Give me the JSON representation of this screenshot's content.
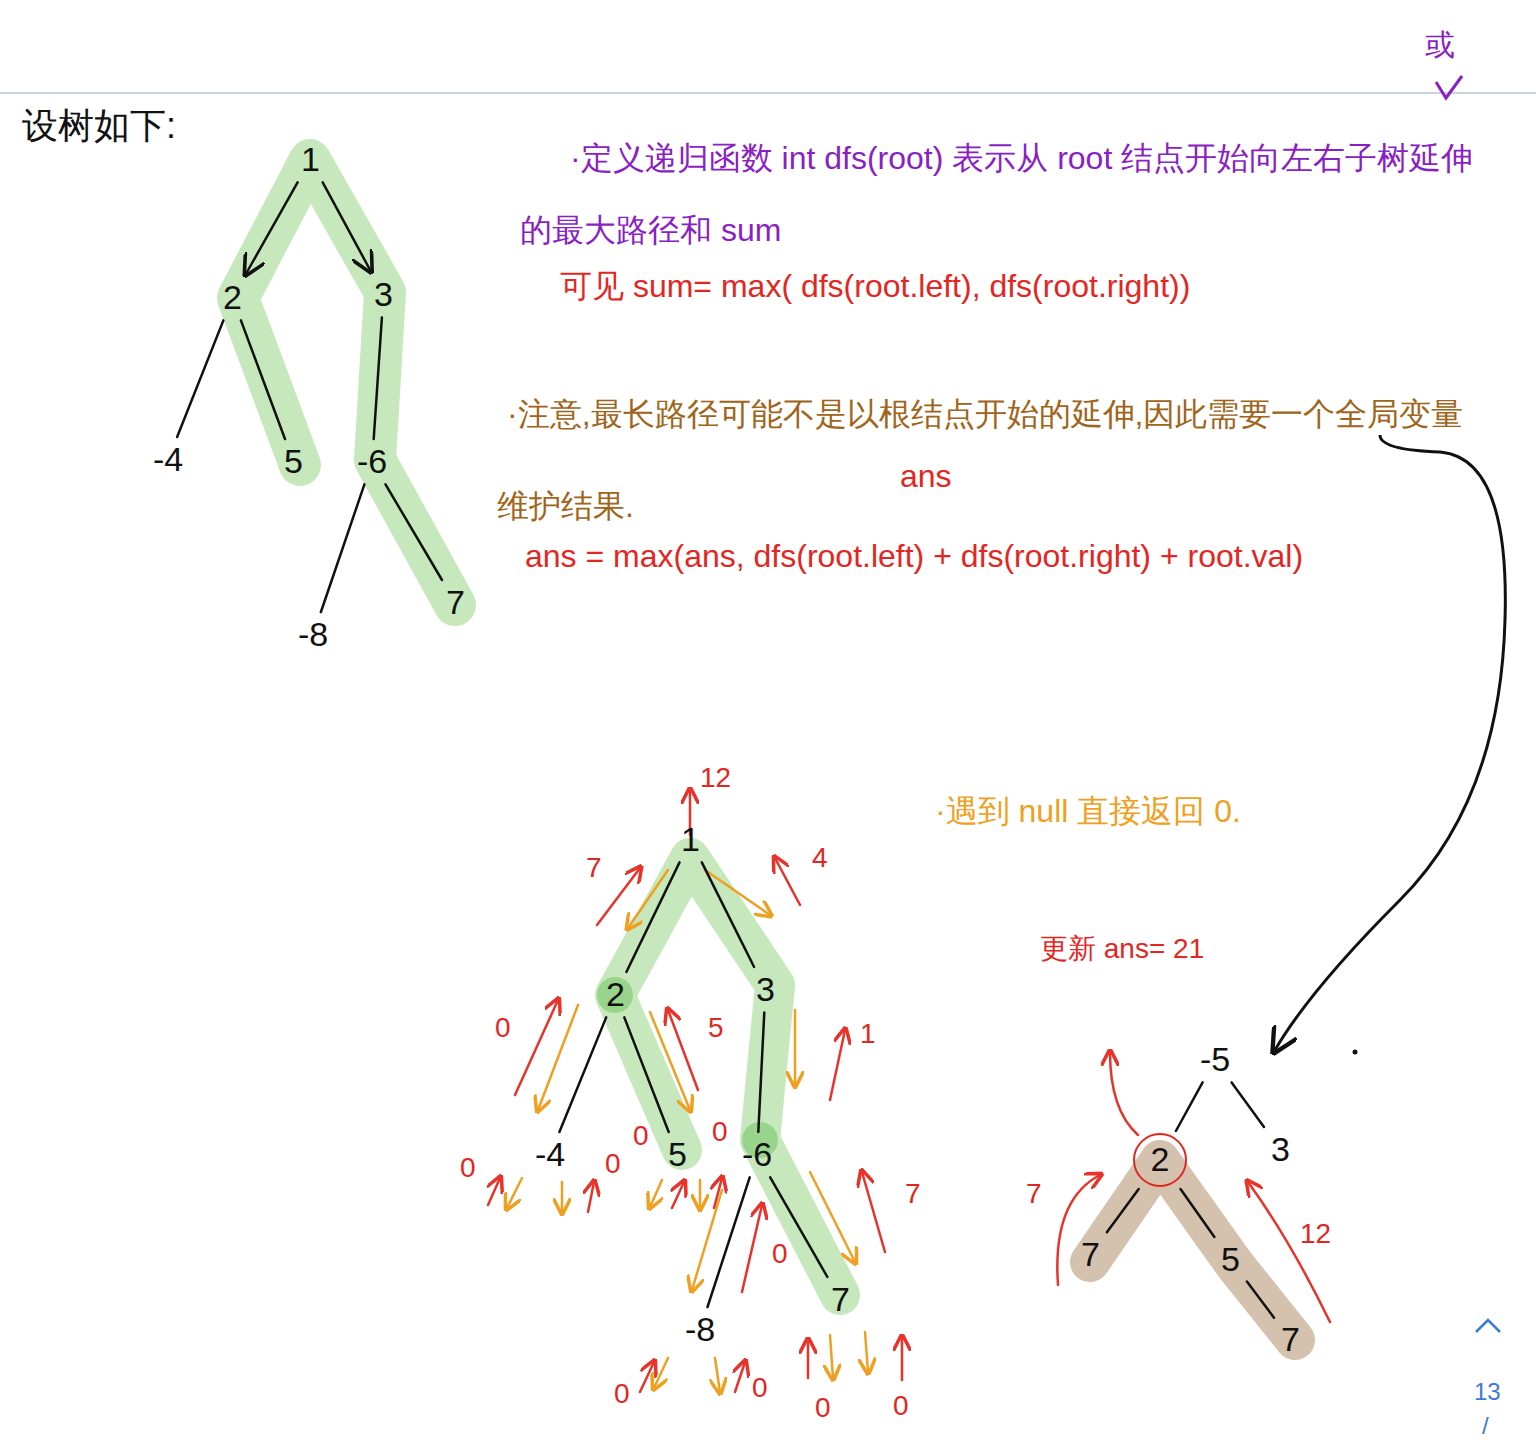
{
  "diagram": {
    "nodes": [
      {
        "text": [
          "1"
        ]
      },
      {
        "text": [
          "2"
        ]
      },
      {
        "text": [
          "3"
        ]
      },
      {
        "text": [
          "-4"
        ]
      },
      {
        "text": [
          "5"
        ]
      },
      {
        "text": [
          "-6"
        ]
      },
      {
        "text": [
          "-8"
        ]
      },
      {
        "text": [
          "7"
        ]
      },
      {
        "text": [
          "1"
        ]
      },
      {
        "text": [
          "2"
        ]
      },
      {
        "text": [
          "3"
        ]
      },
      {
        "text": [
          "-4"
        ]
      },
      {
        "text": [
          "5"
        ]
      },
      {
        "text": [
          "-6"
        ]
      },
      {
        "text": [
          "-8"
        ]
      },
      {
        "text": [
          "7"
        ]
      },
      {
        "text": [
          "-5"
        ]
      },
      {
        "text": [
          "2"
        ]
      },
      {
        "text": [
          "3"
        ]
      },
      {
        "text": [
          "7"
        ]
      },
      {
        "text": [
          "5"
        ]
      },
      {
        "text": [
          "7"
        ]
      }
    ],
    "edges": [
      {
        "from": 0,
        "to": 1,
        "arrow": "to"
      },
      {
        "from": 0,
        "to": 2,
        "arrow": "to"
      },
      {
        "from": 1,
        "to": 3,
        "arrow": "none"
      },
      {
        "from": 1,
        "to": 4,
        "arrow": "none"
      },
      {
        "from": 2,
        "to": 5,
        "arrow": "none"
      },
      {
        "from": 5,
        "to": 6,
        "arrow": "none"
      },
      {
        "from": 5,
        "to": 7,
        "arrow": "none"
      },
      {
        "from": 8,
        "to": 9,
        "arrow": "none"
      },
      {
        "from": 8,
        "to": 10,
        "arrow": "none"
      },
      {
        "from": 9,
        "to": 11,
        "arrow": "none"
      },
      {
        "from": 9,
        "to": 12,
        "arrow": "none"
      },
      {
        "from": 10,
        "to": 13,
        "arrow": "none"
      },
      {
        "from": 13,
        "to": 14,
        "arrow": "none"
      },
      {
        "from": 13,
        "to": 15,
        "arrow": "none"
      },
      {
        "from": 16,
        "to": 17,
        "arrow": "none"
      },
      {
        "from": 16,
        "to": 18,
        "arrow": "none"
      },
      {
        "from": 17,
        "to": 19,
        "arrow": "none"
      },
      {
        "from": 17,
        "to": 20,
        "arrow": "none"
      },
      {
        "from": 20,
        "to": 21,
        "arrow": "none"
      }
    ],
    "labels": [
      "设树如下:",
      "或",
      "·定义递归函数 int dfs(root) 表示从 root 结点开始向左右子树延伸的最大路径和 sum",
      "可见 sum= max( dfs(root.left), dfs(root.right))",
      "·注意,最长路径可能不是以根结点开始的延伸,因此需要一个全局变量维护结果.",
      "ans",
      "ans = max(ans, dfs(root.left) + dfs(root.right) + root.val)",
      "12",
      "7",
      "4",
      "0",
      "5",
      "1",
      "0",
      "0",
      "0",
      "0",
      "0",
      "7",
      "0",
      "0",
      "0",
      "0",
      "·遇到 null 直接返回 0.",
      "更新 ans= 21",
      "7",
      "12",
      "13",
      "/"
    ]
  }
}
